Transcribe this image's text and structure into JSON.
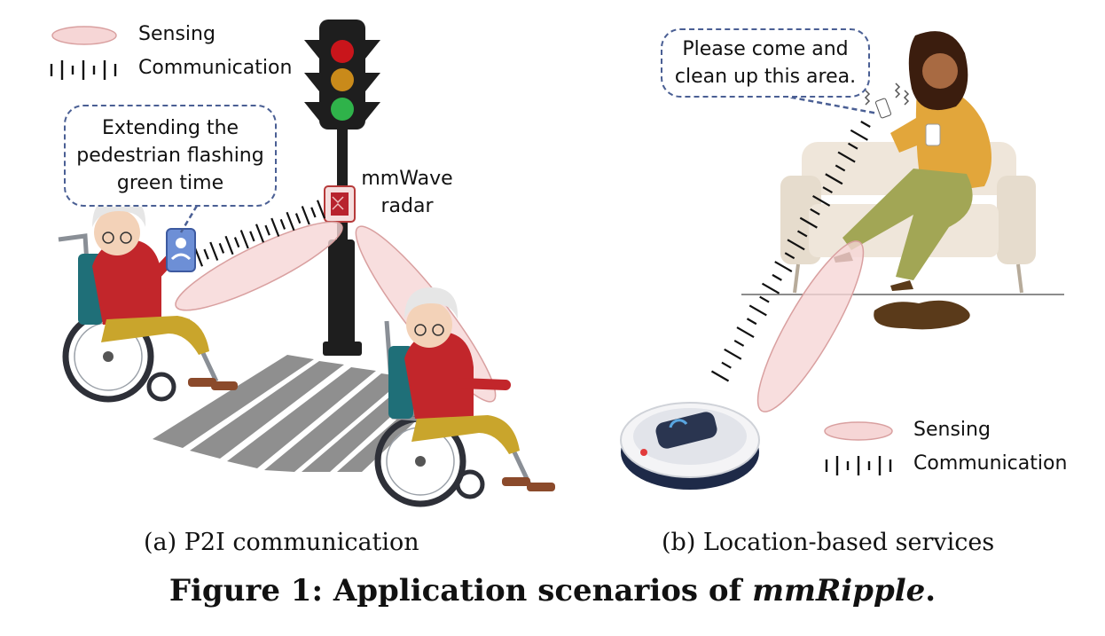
{
  "legend_a": {
    "sensing": "Sensing",
    "communication": "Communication"
  },
  "bubble_a": [
    "Extending the",
    "pedestrian flashing",
    "green time"
  ],
  "radar_label": [
    "mmWave",
    "radar"
  ],
  "bubble_b": [
    "Please come and",
    "clean up this area."
  ],
  "legend_b": {
    "sensing": "Sensing",
    "communication": "Communication"
  },
  "captions": {
    "a": "(a)  P2I communication",
    "b": "(b)  Location-based services"
  },
  "figure_title": {
    "prefix": "Figure 1: Application scenarios of ",
    "name": "mmRipple",
    "suffix": "."
  },
  "colors": {
    "sensing_fill": "#f6d6d6",
    "sensing_stroke": "#d9a0a0",
    "bubble_border": "#4a5f94",
    "traffic_light_body": "#1e1e1e",
    "light_red": "#c9151b",
    "light_yellow": "#c98a1a",
    "light_green": "#2fb34a"
  },
  "icons": [
    "traffic-light-icon",
    "radar-chip-icon",
    "phone-icon",
    "wheelchair-user-icon",
    "robot-vacuum-icon",
    "sofa-icon",
    "woman-icon",
    "crosswalk-icon"
  ]
}
